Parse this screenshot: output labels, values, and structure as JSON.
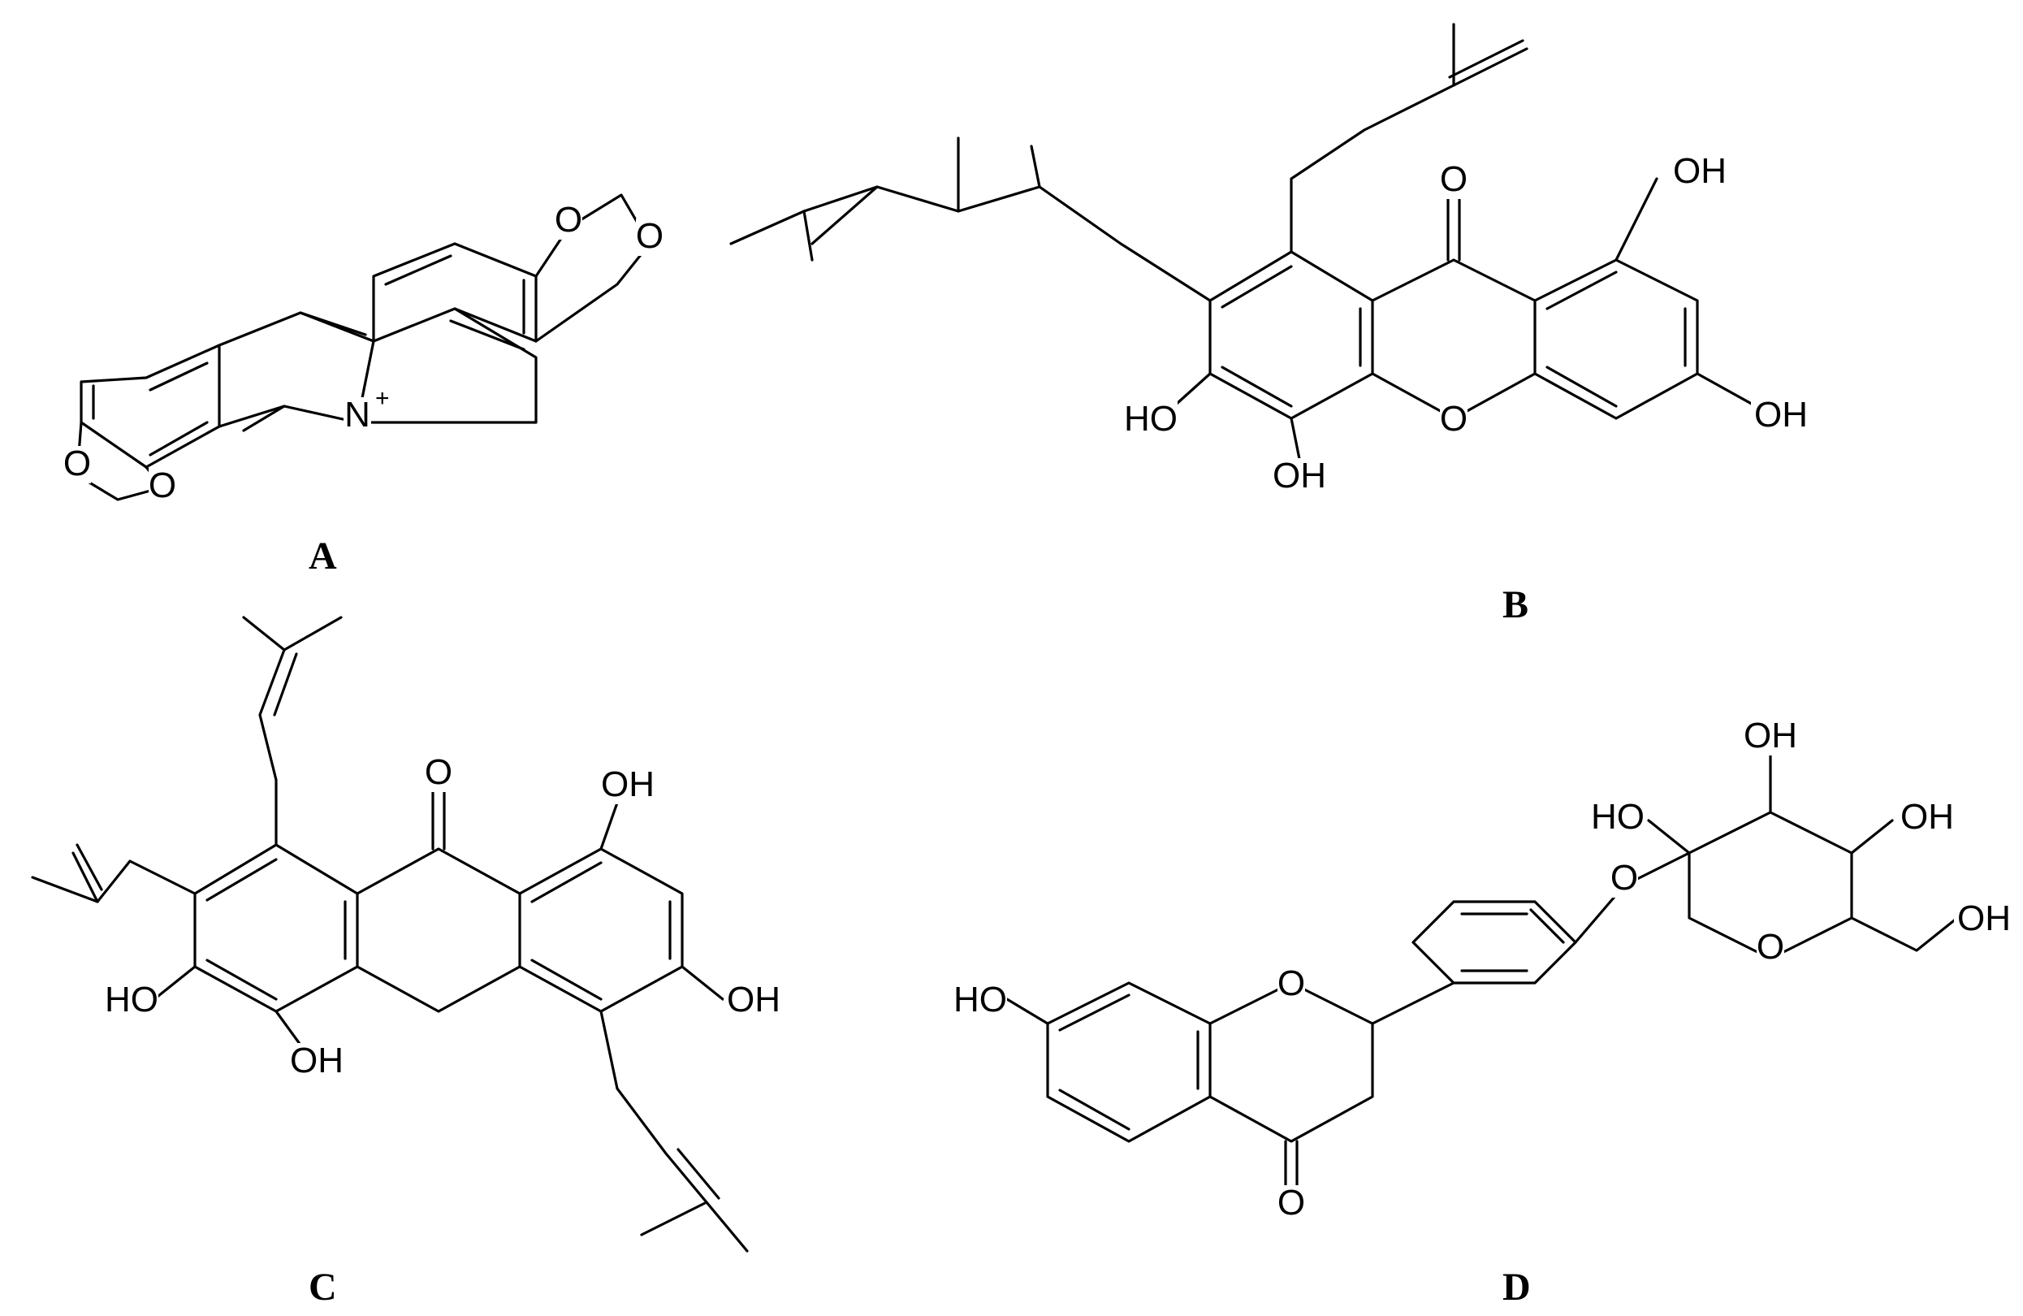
{
  "figure": {
    "panels": [
      {
        "id": "A",
        "label": "A"
      },
      {
        "id": "B",
        "label": "B"
      },
      {
        "id": "C",
        "label": "C"
      },
      {
        "id": "D",
        "label": "D"
      }
    ],
    "atom_labels": {
      "oxygen": "O",
      "nitrogen": "N",
      "charge_plus": "+",
      "hydroxyl_right": "OH",
      "hydroxyl_left": "HO"
    },
    "colors": {
      "ink": "#000000",
      "background": "#ffffff"
    }
  }
}
